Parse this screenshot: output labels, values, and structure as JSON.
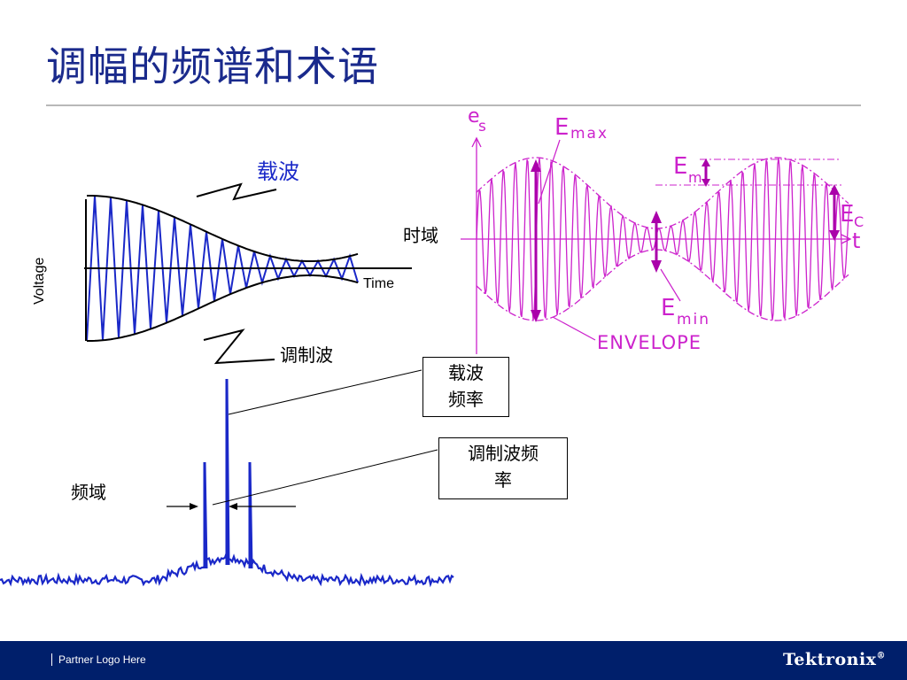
{
  "slide": {
    "title": "调幅的频谱和术语"
  },
  "time_domain": {
    "carrier_label": "载波",
    "modulating_label": "调制波",
    "domain_label": "时域",
    "x_axis_label": "Time",
    "y_axis_label": "Voltage"
  },
  "envelope_diagram": {
    "es_label": "e",
    "es_sub": "s",
    "emax_label": "E",
    "emax_sub": "max",
    "em_label": "E",
    "em_sub": "m",
    "ec_label": "E",
    "ec_sub": "C",
    "emin_label": "E",
    "emin_sub": "min",
    "t_label": "t",
    "envelope_label": "ENVELOPE",
    "color": "#cc22cc"
  },
  "frequency_domain": {
    "domain_label": "频域",
    "carrier_freq_box": [
      "载波",
      "频率"
    ],
    "modulating_freq_box": [
      "调制波频",
      "率"
    ]
  },
  "footer": {
    "partner_text": "Partner Logo Here",
    "brand": "Tektronix",
    "brand_mark": "®"
  },
  "colors": {
    "title": "#1a2a8c",
    "wave": "#1a28c8",
    "footer_bg": "#001f6b"
  }
}
